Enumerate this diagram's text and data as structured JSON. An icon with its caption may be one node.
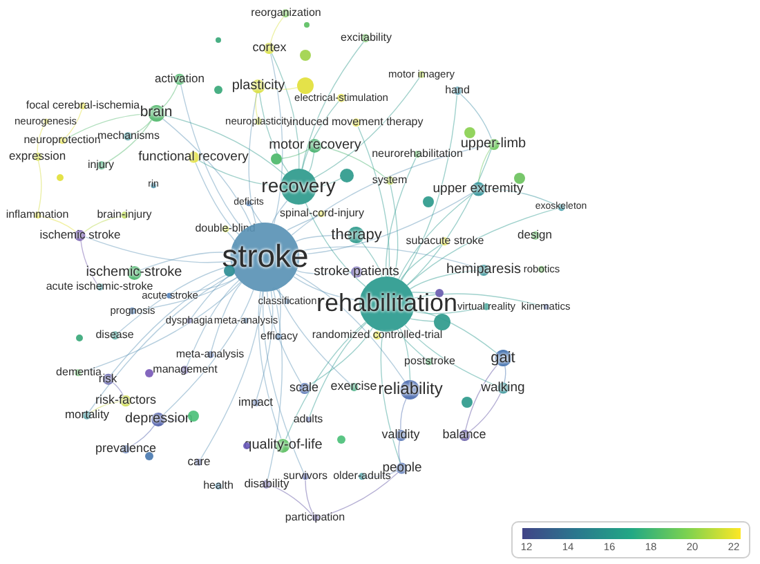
{
  "diagram": {
    "nodes": [
      {
        "text": [
          "reorganization"
        ]
      },
      {
        "text": [
          "excitability"
        ]
      },
      {
        "text": [
          "cortex"
        ]
      },
      {
        "text": [
          "activation"
        ]
      },
      {
        "text": [
          "plasticity"
        ]
      },
      {
        "text": [
          "motor imagery"
        ]
      },
      {
        "text": [
          "electrical-stimulation"
        ]
      },
      {
        "text": [
          "hand"
        ]
      },
      {
        "text": [
          "focal cerebral-ischemia"
        ]
      },
      {
        "text": [
          "brain"
        ]
      },
      {
        "text": [
          "neurogenesis"
        ]
      },
      {
        "text": [
          "neuroplasticity"
        ]
      },
      {
        "text": [
          "induced movement therapy"
        ]
      },
      {
        "text": [
          "neuroprotection"
        ]
      },
      {
        "text": [
          "mechanisms"
        ]
      },
      {
        "text": [
          "upper-limb"
        ]
      },
      {
        "text": [
          "motor recovery"
        ]
      },
      {
        "text": [
          "neurorehabilitation"
        ]
      },
      {
        "text": [
          "expression"
        ]
      },
      {
        "text": [
          "functional recovery"
        ]
      },
      {
        "text": [
          "injury"
        ]
      },
      {
        "text": [
          "recovery"
        ]
      },
      {
        "text": [
          "system"
        ]
      },
      {
        "text": [
          "upper extremity"
        ]
      },
      {
        "text": [
          "rin"
        ]
      },
      {
        "text": [
          "deficits"
        ]
      },
      {
        "text": [
          "inflammation"
        ]
      },
      {
        "text": [
          "brain-injury"
        ]
      },
      {
        "text": [
          "spinal-cord-injury"
        ]
      },
      {
        "text": [
          "exoskeleton"
        ]
      },
      {
        "text": [
          "ischemic stroke"
        ]
      },
      {
        "text": [
          "double-blind"
        ]
      },
      {
        "text": [
          "therapy"
        ]
      },
      {
        "text": [
          "design"
        ]
      },
      {
        "text": [
          "stroke"
        ]
      },
      {
        "text": [
          "subacute stroke"
        ]
      },
      {
        "text": [
          "ischemic-stroke"
        ]
      },
      {
        "text": [
          "stroke patients"
        ]
      },
      {
        "text": [
          "hemiparesis"
        ]
      },
      {
        "text": [
          "robotics"
        ]
      },
      {
        "text": [
          "acute ischemic-stroke"
        ]
      },
      {
        "text": [
          "acute stroke"
        ]
      },
      {
        "text": [
          "classification"
        ]
      },
      {
        "text": [
          "rehabilitation"
        ]
      },
      {
        "text": [
          "virtual reality"
        ]
      },
      {
        "text": [
          "kinematics"
        ]
      },
      {
        "text": [
          "prognosis"
        ]
      },
      {
        "text": [
          "dysphagia"
        ]
      },
      {
        "text": [
          "meta-analysis"
        ]
      },
      {
        "text": [
          "disease"
        ]
      },
      {
        "text": [
          "efficacy"
        ]
      },
      {
        "text": [
          "randomized controlled-trial"
        ]
      },
      {
        "text": [
          "meta-analysis"
        ]
      },
      {
        "text": [
          "gait"
        ]
      },
      {
        "text": [
          "poststroke"
        ]
      },
      {
        "text": [
          "dementia"
        ]
      },
      {
        "text": [
          "risk"
        ]
      },
      {
        "text": [
          "management"
        ]
      },
      {
        "text": [
          "reliability"
        ]
      },
      {
        "text": [
          "walking"
        ]
      },
      {
        "text": [
          "risk-factors"
        ]
      },
      {
        "text": [
          "impact"
        ]
      },
      {
        "text": [
          "scale"
        ]
      },
      {
        "text": [
          "exercise"
        ]
      },
      {
        "text": [
          "mortality"
        ]
      },
      {
        "text": [
          "depression"
        ]
      },
      {
        "text": [
          "adults"
        ]
      },
      {
        "text": [
          "balance"
        ]
      },
      {
        "text": [
          "validity"
        ]
      },
      {
        "text": [
          "quality-of-life"
        ]
      },
      {
        "text": [
          "prevalence"
        ]
      },
      {
        "text": [
          "people"
        ]
      },
      {
        "text": [
          "care"
        ]
      },
      {
        "text": [
          "survivors"
        ]
      },
      {
        "text": [
          "older-adults"
        ]
      },
      {
        "text": [
          "health"
        ]
      },
      {
        "text": [
          "disability"
        ]
      },
      {
        "text": [
          "participation"
        ]
      },
      {
        "text": [],
        "shape": "circle"
      },
      {
        "text": [],
        "shape": "circle"
      },
      {
        "text": [],
        "shape": "circle"
      },
      {
        "text": [],
        "shape": "circle"
      },
      {
        "text": [],
        "shape": "circle"
      },
      {
        "text": [],
        "shape": "circle"
      },
      {
        "text": [],
        "shape": "circle"
      },
      {
        "text": [],
        "shape": "circle"
      },
      {
        "text": [],
        "shape": "circle"
      },
      {
        "text": [],
        "shape": "circle"
      },
      {
        "text": [],
        "shape": "circle"
      },
      {
        "text": [],
        "shape": "circle"
      },
      {
        "text": [],
        "shape": "circle"
      },
      {
        "text": [],
        "shape": "circle"
      },
      {
        "text": [],
        "shape": "circle"
      },
      {
        "text": [],
        "shape": "circle"
      },
      {
        "text": [],
        "shape": "circle"
      },
      {
        "text": [],
        "shape": "circle"
      },
      {
        "text": [],
        "shape": "circle"
      },
      {
        "text": [],
        "shape": "circle"
      },
      {
        "text": [],
        "shape": "circle"
      }
    ],
    "edges": [
      {
        "from": 34,
        "to": 21,
        "arrow": "none"
      },
      {
        "from": 34,
        "to": 43,
        "arrow": "none"
      },
      {
        "from": 34,
        "to": 32,
        "arrow": "none"
      },
      {
        "from": 34,
        "to": 36,
        "arrow": "none"
      },
      {
        "from": 34,
        "to": 30,
        "arrow": "none"
      },
      {
        "from": 34,
        "to": 56,
        "arrow": "none"
      },
      {
        "from": 34,
        "to": 65,
        "arrow": "none"
      },
      {
        "from": 34,
        "to": 69,
        "arrow": "none"
      },
      {
        "from": 34,
        "to": 58,
        "arrow": "none"
      },
      {
        "from": 34,
        "to": 62,
        "arrow": "none"
      },
      {
        "from": 34,
        "to": 61,
        "arrow": "none"
      },
      {
        "from": 34,
        "to": 37,
        "arrow": "none"
      },
      {
        "from": 34,
        "to": 19,
        "arrow": "none"
      },
      {
        "from": 34,
        "to": 9,
        "arrow": "none"
      },
      {
        "from": 34,
        "to": 4,
        "arrow": "none"
      },
      {
        "from": 34,
        "to": 52,
        "arrow": "none"
      },
      {
        "from": 34,
        "to": 50,
        "arrow": "none"
      },
      {
        "from": 34,
        "to": 42,
        "arrow": "none"
      },
      {
        "from": 34,
        "to": 46,
        "arrow": "none"
      },
      {
        "from": 34,
        "to": 49,
        "arrow": "none"
      },
      {
        "from": 34,
        "to": 55,
        "arrow": "none"
      },
      {
        "from": 34,
        "to": 64,
        "arrow": "none"
      },
      {
        "from": 34,
        "to": 76,
        "arrow": "none"
      },
      {
        "from": 34,
        "to": 73,
        "arrow": "none"
      },
      {
        "from": 34,
        "to": 72,
        "arrow": "none"
      },
      {
        "from": 34,
        "to": 57,
        "arrow": "none"
      },
      {
        "from": 34,
        "to": 41,
        "arrow": "none"
      },
      {
        "from": 34,
        "to": 47,
        "arrow": "none"
      },
      {
        "from": 34,
        "to": 31,
        "arrow": "none"
      },
      {
        "from": 34,
        "to": 25,
        "arrow": "none"
      },
      {
        "from": 34,
        "to": 28,
        "arrow": "none"
      },
      {
        "from": 34,
        "to": 63,
        "arrow": "none"
      },
      {
        "from": 34,
        "to": 38,
        "arrow": "none"
      },
      {
        "from": 34,
        "to": 23,
        "arrow": "none"
      },
      {
        "from": 34,
        "to": 15,
        "arrow": "none"
      },
      {
        "from": 34,
        "to": 2,
        "arrow": "none"
      },
      {
        "from": 34,
        "to": 3,
        "arrow": "none"
      },
      {
        "from": 34,
        "to": 89,
        "arrow": "none"
      },
      {
        "from": 43,
        "to": 21,
        "arrow": "none"
      },
      {
        "from": 43,
        "to": 32,
        "arrow": "none"
      },
      {
        "from": 43,
        "to": 53,
        "arrow": "none"
      },
      {
        "from": 43,
        "to": 59,
        "arrow": "none"
      },
      {
        "from": 43,
        "to": 58,
        "arrow": "none"
      },
      {
        "from": 43,
        "to": 71,
        "arrow": "none"
      },
      {
        "from": 43,
        "to": 23,
        "arrow": "none"
      },
      {
        "from": 43,
        "to": 15,
        "arrow": "none"
      },
      {
        "from": 43,
        "to": 38,
        "arrow": "none"
      },
      {
        "from": 43,
        "to": 44,
        "arrow": "none"
      },
      {
        "from": 43,
        "to": 29,
        "arrow": "none"
      },
      {
        "from": 43,
        "to": 22,
        "arrow": "none"
      },
      {
        "from": 43,
        "to": 17,
        "arrow": "none"
      },
      {
        "from": 43,
        "to": 12,
        "arrow": "none"
      },
      {
        "from": 43,
        "to": 35,
        "arrow": "none"
      },
      {
        "from": 43,
        "to": 54,
        "arrow": "none"
      },
      {
        "from": 43,
        "to": 62,
        "arrow": "none"
      },
      {
        "from": 43,
        "to": 66,
        "arrow": "none"
      },
      {
        "from": 71,
        "to": 74,
        "arrow": "none"
      },
      {
        "from": 43,
        "to": 7,
        "arrow": "none"
      },
      {
        "from": 16,
        "to": 22,
        "arrow": "none"
      },
      {
        "from": 43,
        "to": 69,
        "arrow": "none"
      },
      {
        "from": 43,
        "to": 45,
        "arrow": "none"
      },
      {
        "from": 43,
        "to": 91,
        "arrow": "none"
      },
      {
        "from": 43,
        "to": 90,
        "arrow": "none"
      },
      {
        "from": 21,
        "to": 16,
        "arrow": "none"
      },
      {
        "from": 21,
        "to": 19,
        "arrow": "none"
      },
      {
        "from": 21,
        "to": 9,
        "arrow": "none"
      },
      {
        "from": 21,
        "to": 4,
        "arrow": "none"
      },
      {
        "from": 21,
        "to": 2,
        "arrow": "none"
      },
      {
        "from": 2,
        "to": 0,
        "arrow": "none",
        "color": "#d8df3a"
      },
      {
        "from": 4,
        "to": 11,
        "arrow": "none",
        "color": "#d9e03a"
      },
      {
        "from": 21,
        "to": 6,
        "arrow": "none"
      },
      {
        "from": 21,
        "to": 5,
        "arrow": "none"
      },
      {
        "from": 21,
        "to": 1,
        "arrow": "none"
      },
      {
        "from": 21,
        "to": 85,
        "arrow": "none"
      },
      {
        "from": 16,
        "to": 84,
        "arrow": "none"
      },
      {
        "from": 4,
        "to": 81,
        "arrow": "none",
        "color": "#d9e03a"
      },
      {
        "from": 9,
        "to": 14,
        "arrow": "none"
      },
      {
        "from": 9,
        "to": 3,
        "arrow": "none"
      },
      {
        "from": 9,
        "to": 20,
        "arrow": "none"
      },
      {
        "from": 9,
        "to": 13,
        "arrow": "none"
      },
      {
        "from": 8,
        "to": 13,
        "arrow": "none",
        "color": "#e2e03a"
      },
      {
        "from": 10,
        "to": 18,
        "arrow": "none",
        "color": "#e2e03a"
      },
      {
        "from": 18,
        "to": 26,
        "arrow": "none",
        "color": "#d2dc3c"
      },
      {
        "from": 27,
        "to": 30,
        "arrow": "none",
        "color": "#b8d848"
      },
      {
        "from": 26,
        "to": 30,
        "arrow": "none",
        "color": "#e2e03a"
      },
      {
        "from": 30,
        "to": 40,
        "arrow": "none"
      },
      {
        "from": 56,
        "to": 60,
        "arrow": "none"
      },
      {
        "from": 60,
        "to": 64,
        "arrow": "none",
        "color": "#c9d83a"
      },
      {
        "from": 65,
        "to": 70,
        "arrow": "none"
      },
      {
        "from": 65,
        "to": 94,
        "arrow": "none"
      },
      {
        "from": 53,
        "to": 59,
        "arrow": "none"
      },
      {
        "from": 67,
        "to": 59,
        "arrow": "none"
      },
      {
        "from": 71,
        "to": 68,
        "arrow": "none"
      },
      {
        "from": 77,
        "to": 76,
        "arrow": "none"
      },
      {
        "from": 77,
        "to": 73,
        "arrow": "none"
      },
      {
        "from": 77,
        "to": 71,
        "arrow": "none"
      },
      {
        "from": 7,
        "to": 15,
        "arrow": "none"
      },
      {
        "from": 15,
        "to": 23,
        "arrow": "none",
        "color": "#6bc85a"
      },
      {
        "from": 23,
        "to": 29,
        "arrow": "none"
      },
      {
        "from": 58,
        "to": 68,
        "arrow": "none"
      },
      {
        "from": 67,
        "to": 53,
        "arrow": "none"
      }
    ],
    "labels": [
      "12",
      "14",
      "16",
      "18",
      "20",
      "22"
    ]
  }
}
